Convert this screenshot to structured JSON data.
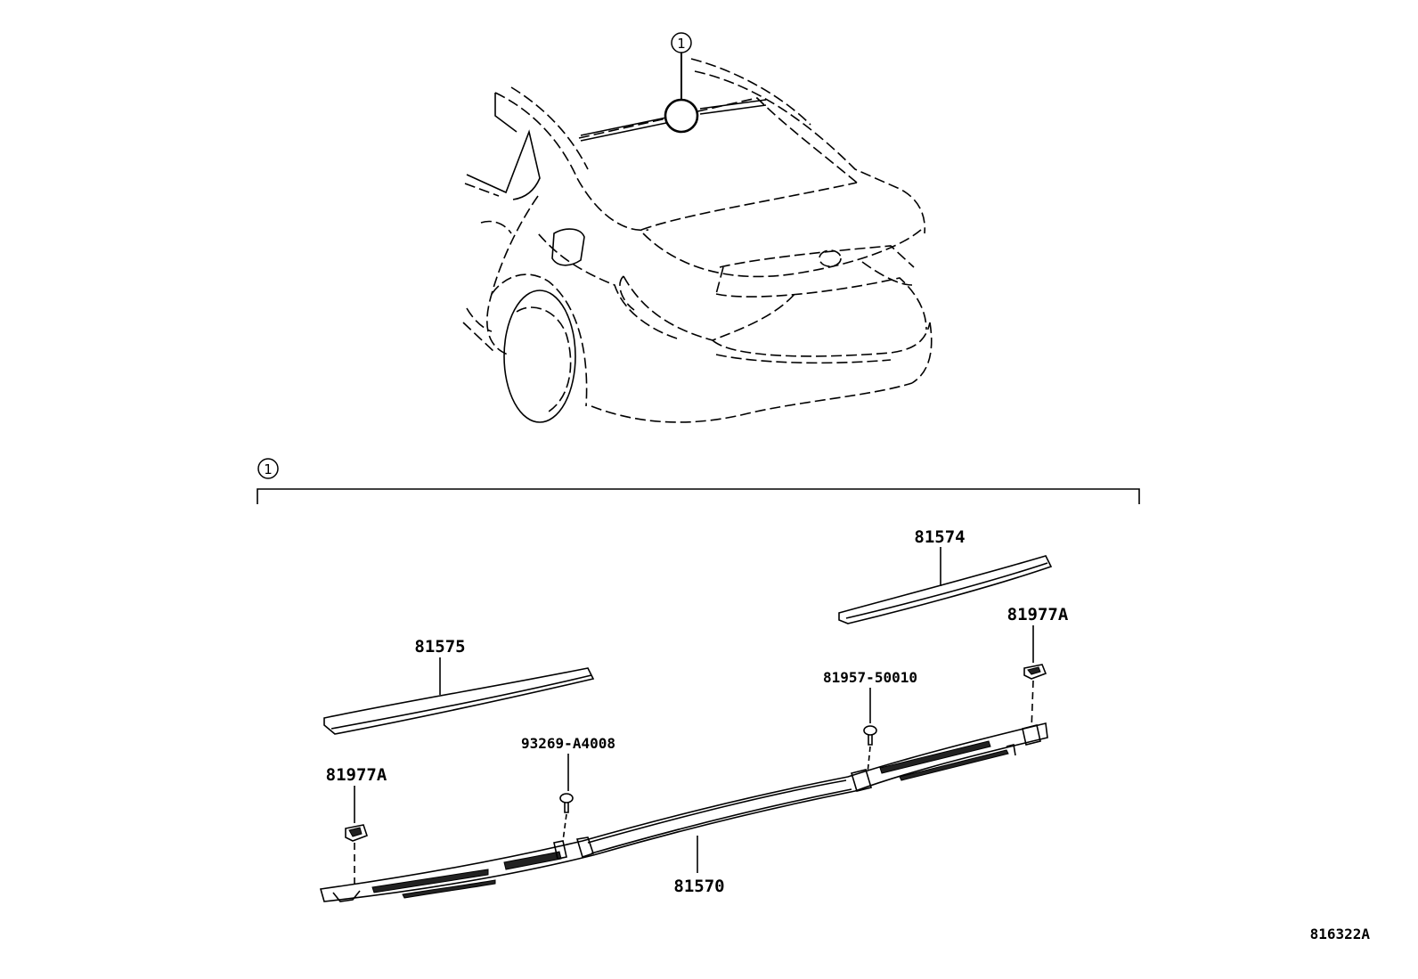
{
  "ref_marker": "1",
  "parts": {
    "p81574": "81574",
    "p81575": "81575",
    "p81977a_right": "81977A",
    "p81977a_left": "81977A",
    "p81957": "81957-50010",
    "p93269": "93269-A4008",
    "p81570": "81570"
  },
  "diagram_code": "816322A"
}
